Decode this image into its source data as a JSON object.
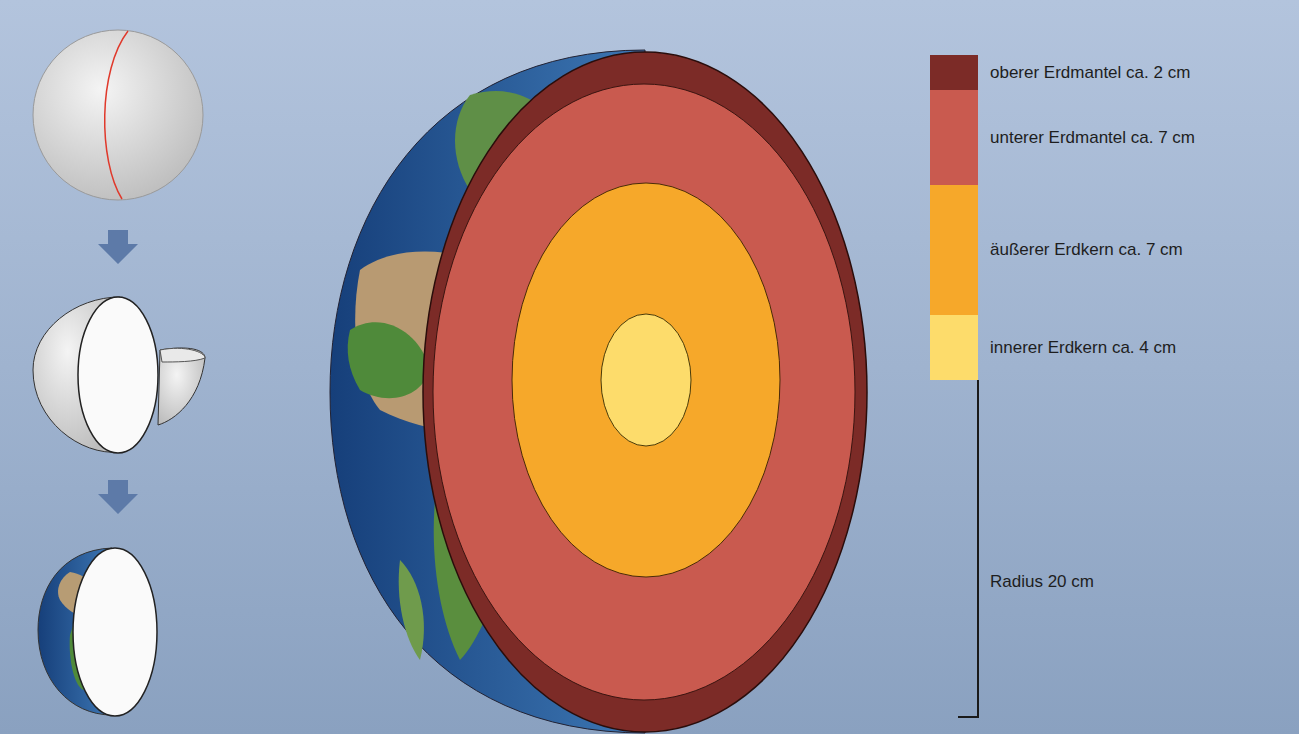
{
  "diagram": {
    "labels": [
      "Radius 20 cm"
    ],
    "legend": [
      {
        "text": "oberer Erdmantel ca. 2 cm",
        "color": "#7c2b27"
      },
      {
        "text": "unterer Erdmantel ca. 7 cm",
        "color": "#c95a4f"
      },
      {
        "text": "äußerer Erdkern ca. 7 cm",
        "color": "#f6a82a"
      },
      {
        "text": "innerer Erdkern ca. 4 cm",
        "color": "#fddc6b"
      }
    ]
  }
}
